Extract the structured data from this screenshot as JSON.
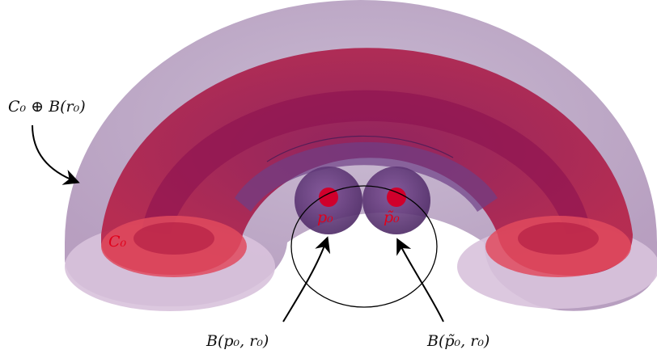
{
  "labels": {
    "outer_set": "C₀ ⊕ B(r₀)",
    "inner_set": "C₀",
    "point_p": "p₀",
    "point_p_tilde": "p̃₀",
    "ball_p": "B(p₀, r₀)",
    "ball_p_tilde": "B(p̃₀, r₀)"
  },
  "colors": {
    "outer_tube": "#9b7aa6",
    "inner_tube": "#b01e4e",
    "balls": "#6a3f80",
    "points": "#d0002c",
    "red_labels": "#e0001b",
    "lines": "#000000"
  }
}
